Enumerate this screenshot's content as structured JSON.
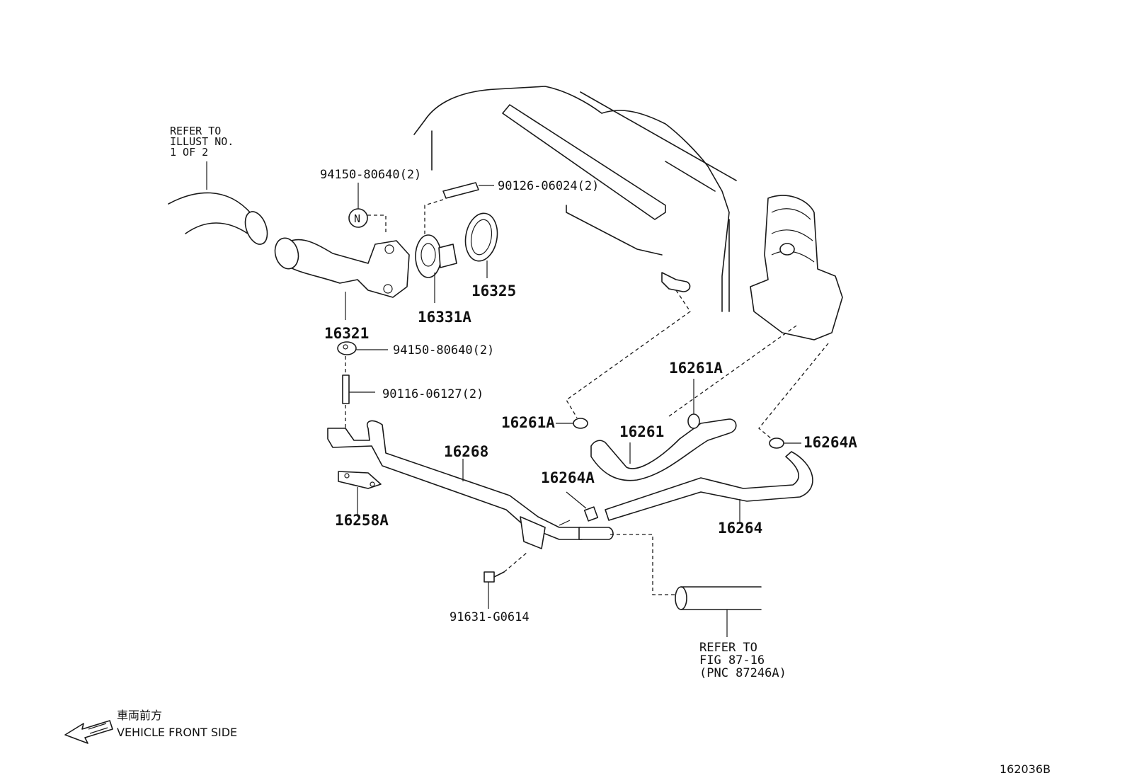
{
  "refer_top": [
    "REFER TO",
    "ILLUST NO.",
    "1 OF 2"
  ],
  "refer_bottom": [
    "REFER TO",
    "FIG 87-16",
    "(PNC 87246A)"
  ],
  "nut_marker": "N",
  "labels": {
    "p94150_top": "94150-80640(2)",
    "p90126": "90126-06024(2)",
    "p16325": "16325",
    "p16331A": "16331A",
    "p16321": "16321",
    "p94150_mid": "94150-80640(2)",
    "p90116": "90116-06127(2)",
    "p16268": "16268",
    "p16258A": "16258A",
    "p91631": "91631-G0614",
    "p16261A_left": "16261A",
    "p16261A_top": "16261A",
    "p16261": "16261",
    "p16264A_left": "16264A",
    "p16264A_right": "16264A",
    "p16264": "16264"
  },
  "direction": {
    "jp": "車両前方",
    "en": "VEHICLE FRONT SIDE"
  },
  "figure_number": "162036B"
}
